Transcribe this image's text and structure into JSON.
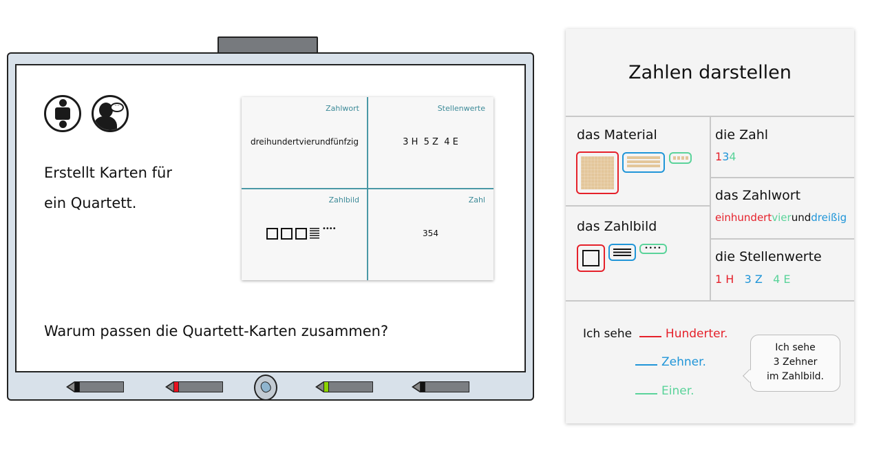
{
  "task": {
    "line1": "Erstellt Karten für",
    "line2": "ein Quartett.",
    "question": "Warum passen die Quartett-Karten zusammen?"
  },
  "icons": [
    "partner-work-icon",
    "speaking-person-icon"
  ],
  "quartet_card": {
    "zahlwort": {
      "label": "Zahlwort",
      "value": "dreihundertvierundfünfzig"
    },
    "stellenwerte": {
      "label": "Stellenwerte",
      "value": "3 H  5 Z  4 E"
    },
    "zahlbild": {
      "label": "Zahlbild"
    },
    "zahl": {
      "label": "Zahl",
      "value": "354"
    }
  },
  "tray": {
    "pens": [
      "black",
      "red",
      "green",
      "black"
    ],
    "pen_colors": {
      "black": "#111111",
      "red": "#e8101e",
      "green": "#8cd400"
    }
  },
  "panel": {
    "title": "Zahlen darstellen",
    "material": "das Material",
    "zahlbild": "das Zahlbild",
    "zahl": {
      "label": "die Zahl",
      "h": "1",
      "z": "3",
      "e": "4"
    },
    "zahlwort": {
      "label": "das Zahlwort",
      "part1": "einhundert",
      "part2": "vier",
      "part3": "und",
      "part4": "dreißig"
    },
    "stellenwerte": {
      "label": "die Stellenwerte",
      "h": "1 H",
      "z": "3 Z",
      "e": "4 E"
    },
    "sentences": {
      "prefix": "Ich sehe",
      "h": "Hunderter.",
      "z": "Zehner.",
      "e": "Einer."
    },
    "bubble": {
      "l1": "Ich sehe",
      "l2": "3 Zehner",
      "l3": "im Zahlbild."
    },
    "colors": {
      "hundreds": "#e5202a",
      "tens": "#1f95d8",
      "ones": "#5ad39a"
    }
  }
}
